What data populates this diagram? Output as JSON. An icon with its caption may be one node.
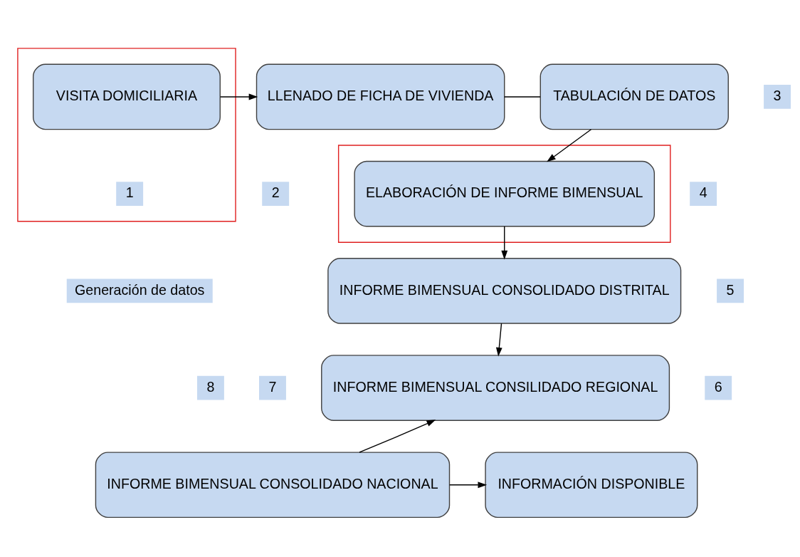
{
  "diagram": {
    "nodes": [
      {
        "text": [],
        "shape": "box"
      },
      {
        "text": [
          "VISITA DOMICILIARIA"
        ],
        "in": 0
      },
      {
        "text": [
          "1"
        ],
        "in": 0
      },
      {
        "text": [
          "LLENADO DE FICHA DE VIVIENDA"
        ]
      },
      {
        "text": [
          "TABULACIÓN DE DATOS"
        ]
      },
      {
        "text": [
          "2"
        ]
      },
      {
        "text": [
          "3"
        ]
      },
      {
        "text": [],
        "shape": "box"
      },
      {
        "text": [
          "ELABORACIÓN DE INFORME BIMENSUAL"
        ],
        "in": 7
      },
      {
        "text": [
          "4"
        ]
      },
      {
        "text": [
          "Generación de datos"
        ]
      },
      {
        "text": [
          "INFORME BIMENSUAL CONSOLIDADO DISTRITAL"
        ]
      },
      {
        "text": [
          "5"
        ]
      },
      {
        "text": [
          "8"
        ]
      },
      {
        "text": [
          "7"
        ]
      },
      {
        "text": [
          "INFORME BIMENSUAL CONSILIDADO REGIONAL"
        ]
      },
      {
        "text": [
          "6"
        ]
      },
      {
        "text": [
          "INFORMACIÓN DISPONIBLE"
        ]
      },
      {
        "text": [
          "INFORME BIMENSUAL CONSOLIDADO NACIONAL"
        ]
      }
    ],
    "edges": [
      {
        "from": 1,
        "to": 3,
        "arrow": "to"
      },
      {
        "from": 3,
        "to": 4,
        "arrow": "none"
      },
      {
        "from": 4,
        "to": 8,
        "arrow": "to"
      },
      {
        "from": 8,
        "to": 11,
        "arrow": "to"
      },
      {
        "from": 11,
        "to": 15,
        "arrow": "to"
      },
      {
        "from": 18,
        "to": 15,
        "arrow": "to"
      },
      {
        "from": 18,
        "to": 17,
        "arrow": "to"
      }
    ]
  }
}
